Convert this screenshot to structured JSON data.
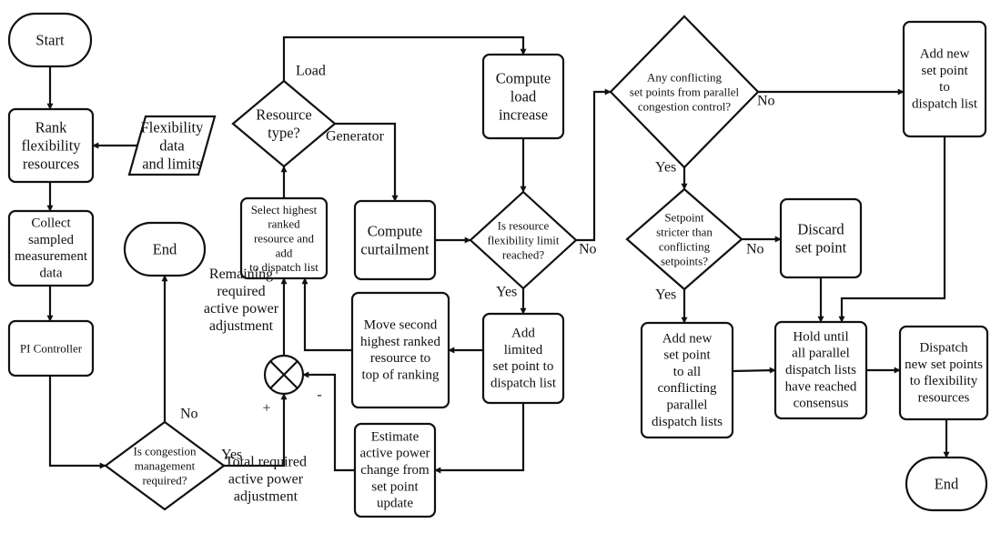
{
  "nodes": {
    "start": [
      "Start"
    ],
    "rank": [
      "Rank",
      "flexibility",
      "resources"
    ],
    "flex_data": [
      "Flexibility",
      "data",
      "and limits"
    ],
    "collect": [
      "Collect",
      "sampled",
      "measurement",
      "data"
    ],
    "pi": [
      "PI Controller"
    ],
    "end_left": [
      "End"
    ],
    "congestion": [
      "Is congestion",
      "management",
      "required?"
    ],
    "sum": [],
    "select": [
      "Select highest",
      "ranked",
      "resource and",
      "add",
      "to dispatch list"
    ],
    "resource_type": [
      "Resource",
      "type?"
    ],
    "move": [
      "Move second",
      "highest ranked",
      "resource to",
      "top of ranking"
    ],
    "estimate": [
      "Estimate",
      "active power",
      "change from",
      "set point",
      "update"
    ],
    "curtail": [
      "Compute",
      "curtailment"
    ],
    "load_inc": [
      "Compute",
      "load",
      "increase"
    ],
    "flex_limit": [
      "Is resource",
      "flexibility limit",
      "reached?"
    ],
    "add_limited": [
      "Add",
      "limited",
      "set point to",
      "dispatch list"
    ],
    "conflict": [
      "Any conflicting",
      "set points from parallel",
      "congestion control?"
    ],
    "stricter": [
      "Setpoint",
      "stricter than",
      "conflicting",
      "setpoints?"
    ],
    "discard": [
      "Discard",
      "set point"
    ],
    "add_new_right": [
      "Add new",
      "set point",
      "to",
      "dispatch list"
    ],
    "add_new_all": [
      "Add new",
      "set point",
      "to all",
      "conflicting",
      "parallel",
      "dispatch lists"
    ],
    "hold": [
      "Hold until",
      "all parallel",
      "dispatch lists",
      "have reached",
      "consensus"
    ],
    "dispatch": [
      "Dispatch",
      "new set points",
      "to flexibility",
      "resources"
    ],
    "end_right": [
      "End"
    ]
  },
  "edge_labels": {
    "no_congestion": "No",
    "yes_congestion": "Yes",
    "total_required": [
      "Total required",
      "active power",
      "adjustment"
    ],
    "remaining_required": [
      "Remaining",
      "required",
      "active power",
      "adjustment"
    ],
    "plus": "+",
    "minus": "-",
    "load": "Load",
    "generator": "Generator",
    "yes_limit": "Yes",
    "no_limit": "No",
    "no_conflict": "No",
    "yes_conflict": "Yes",
    "no_stricter": "No",
    "yes_stricter": "Yes"
  }
}
